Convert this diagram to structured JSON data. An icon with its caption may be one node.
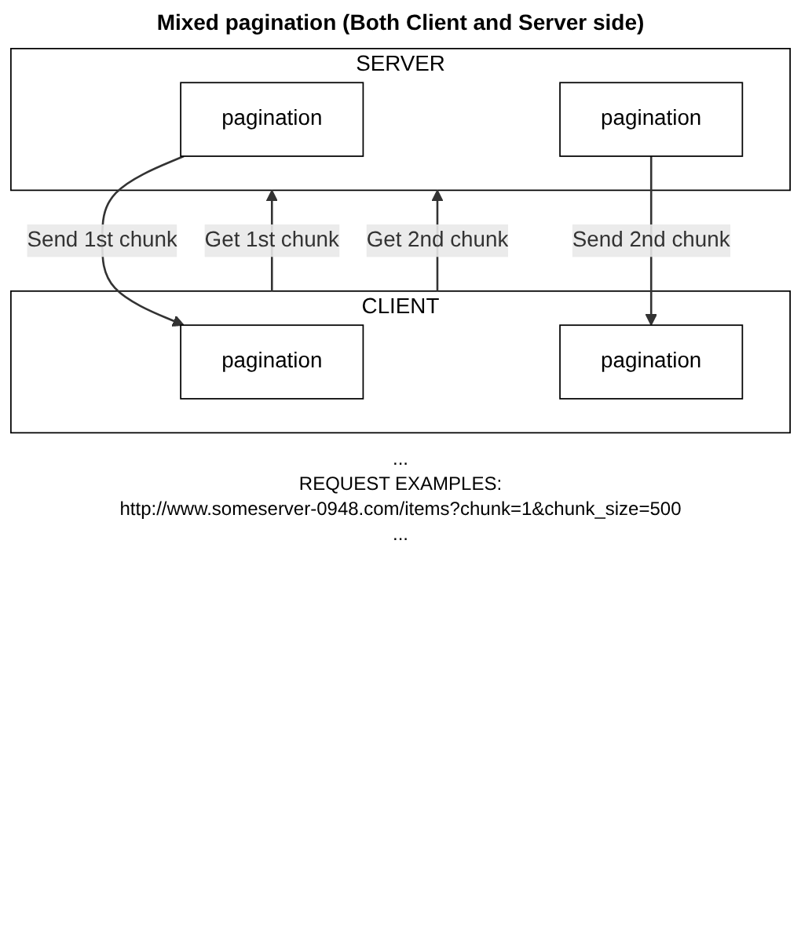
{
  "diagram": {
    "title": "Mixed pagination (Both Client and Server side)",
    "nodes": [
      {
        "text": [
          "SERVER"
        ]
      },
      {
        "text": [
          "pagination"
        ],
        "in": 0
      },
      {
        "text": [
          "pagination"
        ],
        "in": 0
      },
      {
        "text": [
          "CLIENT"
        ]
      },
      {
        "text": [
          "pagination"
        ],
        "in": 3
      },
      {
        "text": [
          "pagination"
        ],
        "in": 3
      }
    ],
    "edges": [
      {
        "from": 3,
        "to": 0,
        "arrow": "to",
        "label": "Get 1st chunk"
      },
      {
        "from": 1,
        "to": 4,
        "arrow": "to",
        "label": "Send 1st chunk"
      },
      {
        "from": 3,
        "to": 0,
        "arrow": "to",
        "label": "Get 2nd chunk"
      },
      {
        "from": 2,
        "to": 5,
        "arrow": "to",
        "label": "Send 2nd chunk"
      }
    ],
    "labels": [
      "...",
      "REQUEST EXAMPLES:",
      "http://www.someserver-0948.com/items?chunk=1&chunk_size=500",
      "..."
    ]
  }
}
